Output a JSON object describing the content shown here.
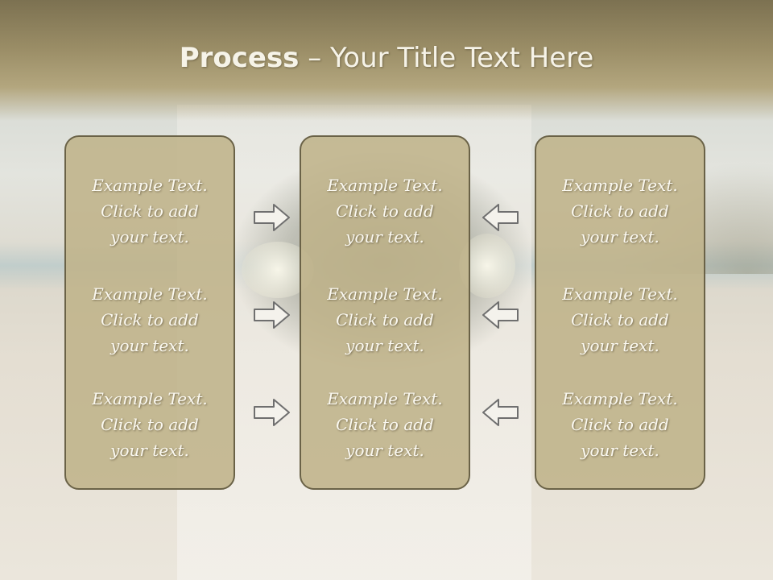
{
  "slide": {
    "title_bold": "Process",
    "title_rest": " – Your Title Text Here"
  },
  "columns": [
    {
      "items": [
        {
          "line1": "Example Text.",
          "line2": "Click  to add",
          "line3": "your text."
        },
        {
          "line1": "Example Text.",
          "line2": "Click  to add",
          "line3": "your text."
        },
        {
          "line1": "Example Text.",
          "line2": "Click  to add",
          "line3": "your text."
        }
      ]
    },
    {
      "items": [
        {
          "line1": "Example Text.",
          "line2": "Click  to add",
          "line3": "your text."
        },
        {
          "line1": "Example Text.",
          "line2": "Click  to add",
          "line3": "your text."
        },
        {
          "line1": "Example Text.",
          "line2": "Click  to add",
          "line3": "your text."
        }
      ]
    },
    {
      "items": [
        {
          "line1": "Example Text.",
          "line2": "Click  to add",
          "line3": "your text."
        },
        {
          "line1": "Example Text.",
          "line2": "Click  to add",
          "line3": "your text."
        },
        {
          "line1": "Example Text.",
          "line2": "Click  to add",
          "line3": "your text."
        }
      ]
    }
  ],
  "arrows": {
    "left_group": [
      "arrow-right-icon",
      "arrow-right-icon",
      "arrow-right-icon"
    ],
    "right_group": [
      "arrow-left-icon",
      "arrow-left-icon",
      "arrow-left-icon"
    ]
  },
  "colors": {
    "title_band": "#9a8d66",
    "panel_fill": "#bfb38a",
    "panel_border": "#6a6247",
    "text": "#fbf9f1"
  }
}
